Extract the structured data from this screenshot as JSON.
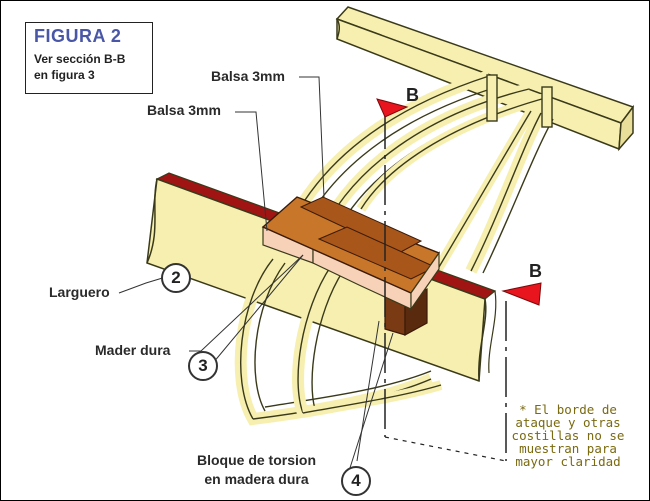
{
  "title": {
    "main": "FIGURA 2",
    "sub_line1": "Ver sección B-B",
    "sub_line2": "en figura 3"
  },
  "labels": {
    "balsa_top": "Balsa 3mm",
    "balsa_left": "Balsa 3mm",
    "larguero": "Larguero",
    "mader_dura": "Mader dura",
    "bloque_line1": "Bloque de torsion",
    "bloque_line2": "en madera dura"
  },
  "numbers": {
    "n2": "2",
    "n3": "3",
    "n4": "4"
  },
  "section_marks": {
    "b_top": "B",
    "b_right": "B"
  },
  "note": {
    "line1": "* El borde de",
    "line2": "ataque y otras",
    "line3": "costillas no se",
    "line4": "muestran para",
    "line5": "mayor claridad"
  },
  "colors": {
    "wood_light": "#f6efb0",
    "wood_outline": "#3a3a1a",
    "spar_top_red": "#a01414",
    "hardwood_dark": "#7a3a14",
    "hardwood_face": "#c8762a",
    "balsa_pink": "#f8d2b8",
    "title_blue": "#4a57a6",
    "note_olive": "#7a6a10",
    "arrow_red": "#e8141e"
  }
}
